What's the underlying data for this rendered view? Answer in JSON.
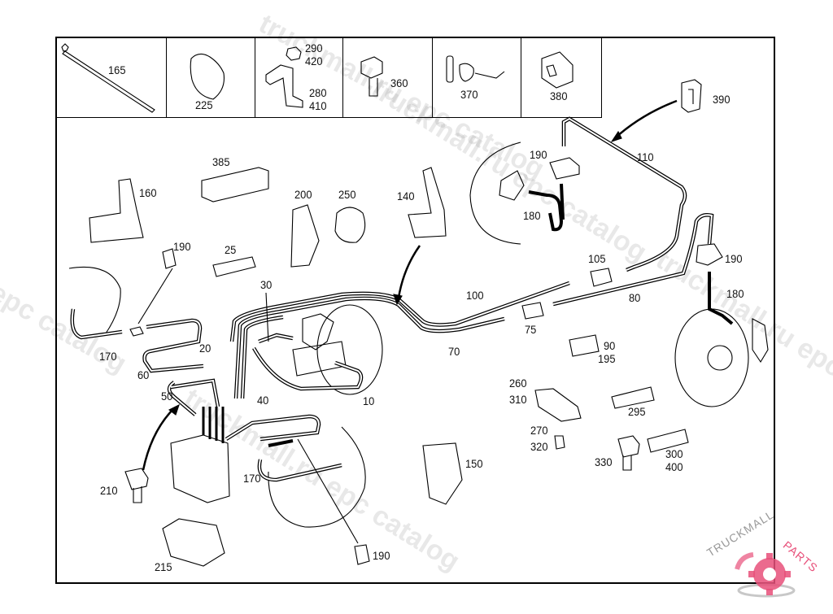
{
  "diagram": {
    "title": "Brake line / ABS hydraulic unit exploded parts diagram",
    "header_parts": [
      {
        "id": "part-165",
        "labels": [
          "165"
        ]
      },
      {
        "id": "part-225",
        "labels": [
          "225"
        ]
      },
      {
        "id": "part-290-420-280-410",
        "labels": [
          "290",
          "420",
          "280",
          "410"
        ]
      },
      {
        "id": "part-360",
        "labels": [
          "360"
        ]
      },
      {
        "id": "part-370",
        "labels": [
          "370"
        ]
      },
      {
        "id": "part-380",
        "labels": [
          "380"
        ]
      }
    ],
    "callouts": {
      "c390": "390",
      "c110": "110",
      "c190a": "190",
      "c180a": "180",
      "c385": "385",
      "c160": "160",
      "c200": "200",
      "c250": "250",
      "c140": "140",
      "c190b": "190",
      "c25": "25",
      "c30": "30",
      "c105": "105",
      "c190c": "190",
      "c100": "100",
      "c80": "80",
      "c180b": "180",
      "c75": "75",
      "c70": "70",
      "c170a": "170",
      "c20": "20",
      "c60": "60",
      "c90": "90",
      "c195": "195",
      "c10": "10",
      "c50": "50",
      "c40": "40",
      "c260": "260",
      "c310": "310",
      "c295": "295",
      "c270": "270",
      "c320": "320",
      "c330": "330",
      "c300": "300",
      "c400": "400",
      "c150": "150",
      "c210": "210",
      "c170b": "170",
      "c215": "215",
      "c190d": "190"
    },
    "watermarks": [
      "truckmall.ru epc catalog",
      "truckmall.ru epc catalog",
      "epc catalog",
      "truckmall.ru epc catalog"
    ],
    "logo": {
      "text_dark": "TRUCKMALL",
      "text_accent": "PARTS",
      "accent_color": "#e8507a",
      "gray_color": "#9a9a9a"
    }
  }
}
